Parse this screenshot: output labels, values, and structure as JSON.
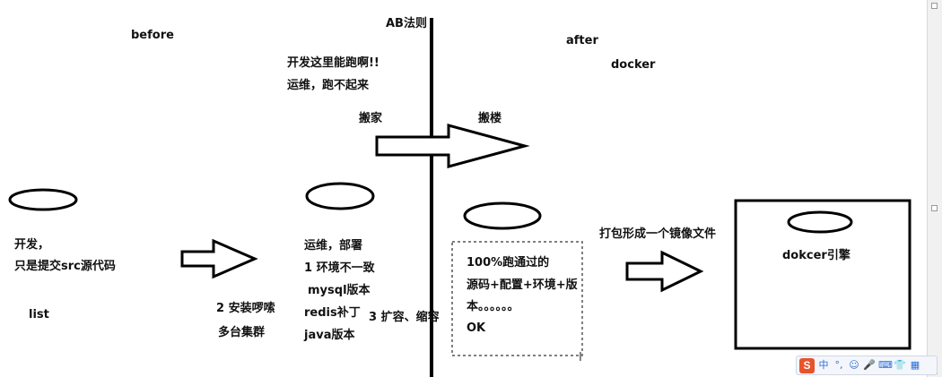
{
  "diagram": {
    "before": "before",
    "ab_rule": "AB法则",
    "after": "after",
    "docker": "docker",
    "dev_runs_here": "开发这里能跑啊!!",
    "ops_cannot_run": "运维，跑不起来",
    "move_house": "搬家",
    "move_building": "搬楼",
    "dev_line1": "开发，",
    "dev_line2": "只是提交src源代码",
    "list": "list",
    "install_verbose": "2 安装啰嗦",
    "multi_cluster": "多台集群",
    "ops_deploy": "运维，部署",
    "env_inconsistent": "1 环境不一致",
    "mysql_version": "mysql版本",
    "redis_patch": "redis补丁",
    "java_version": "java版本",
    "scale": "3 扩容、缩容",
    "pass_line1": "100%跑通过的",
    "pass_line2": "源码+配置+环境+版",
    "pass_line3": "本。。。。。。",
    "pass_ok": "OK",
    "pack_image": "打包形成一个镜像文件",
    "docker_engine": "dokcer引擎"
  },
  "toolbar": {
    "ime_logo": "S",
    "ime_lang": "中",
    "ime_punct": "°,",
    "ime_emoji": "☺",
    "ime_voice": "🎤",
    "ime_keyboard": "⌨",
    "ime_skin": "👕",
    "ime_tools": "▦"
  },
  "colors": {
    "ink": "#000000",
    "ime_accent": "#2b6fd6",
    "ime_logo": "#e8532c"
  }
}
